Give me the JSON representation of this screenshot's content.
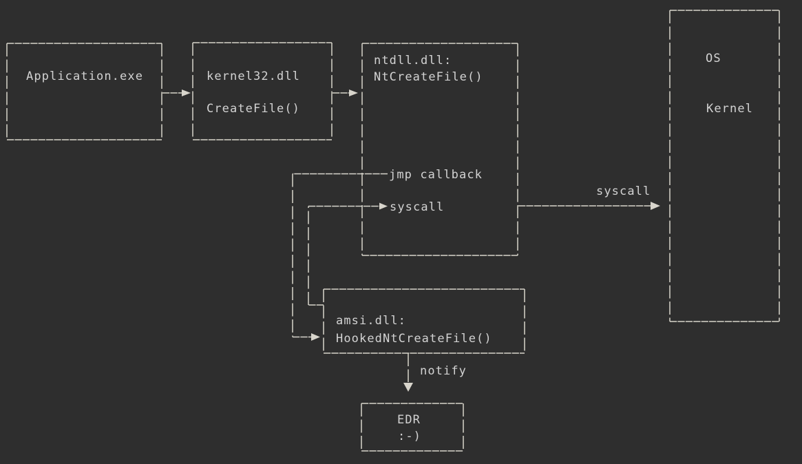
{
  "diagram": {
    "description_type": "ascii-flow-diagram",
    "colors": {
      "background": "#2e2e2e",
      "line": "#d8d5cc",
      "text": "#d3d3d3"
    },
    "nodes": {
      "application": {
        "label": "Application.exe"
      },
      "kernel32": {
        "title": "kernel32.dll",
        "func": "CreateFile()"
      },
      "ntdll": {
        "title": "ntdll.dll:",
        "func": "NtCreateFile()",
        "hook_line": "jmp callback",
        "syscall_line": "syscall"
      },
      "os_kernel": {
        "line1": "OS",
        "line2": "Kernel"
      },
      "amsi": {
        "title": "amsi.dll:",
        "func": "HookedNtCreateFile()"
      },
      "edr": {
        "line1": "EDR",
        "line2": ":-)"
      }
    },
    "edges": {
      "syscall": {
        "label": "syscall"
      },
      "notify": {
        "label": "notify"
      }
    }
  }
}
